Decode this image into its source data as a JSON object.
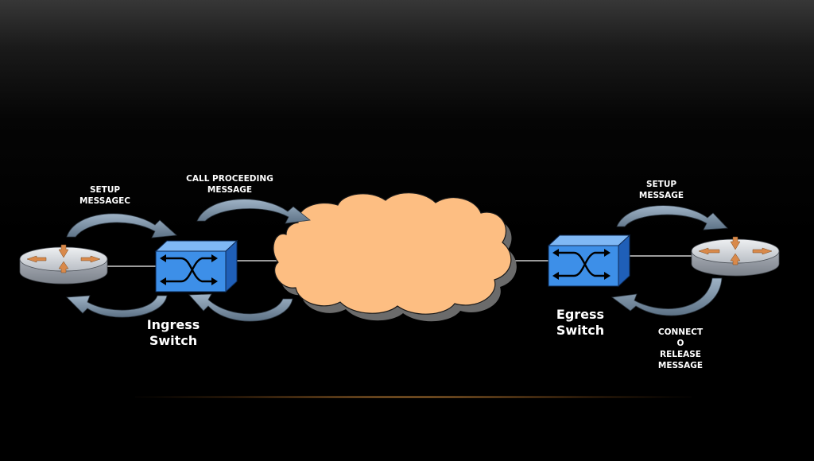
{
  "labels": {
    "setup_left": [
      "SETUP",
      "MESSAGEC"
    ],
    "call_proceeding": [
      "CALL PROCEEDING",
      "MESSAGE"
    ],
    "setup_right": [
      "SETUP",
      "MESSAGE"
    ],
    "ingress_switch": [
      "Ingress",
      "Switch"
    ],
    "egress_switch": [
      "Egress",
      "Switch"
    ],
    "connect_release": [
      "CONNECT",
      "O",
      "RELEASE",
      "MESSAGE"
    ]
  },
  "colors": {
    "switch_front": "#3d8fe8",
    "switch_top": "#7fb8f5",
    "switch_side": "#1f5fb8",
    "cloud_fill": "#fdbe82",
    "router_body": "#c8ccd2",
    "router_arrow": "#d9894a",
    "curved_arrow": "#7b8ea2",
    "link_line": "#cfcfcf"
  }
}
